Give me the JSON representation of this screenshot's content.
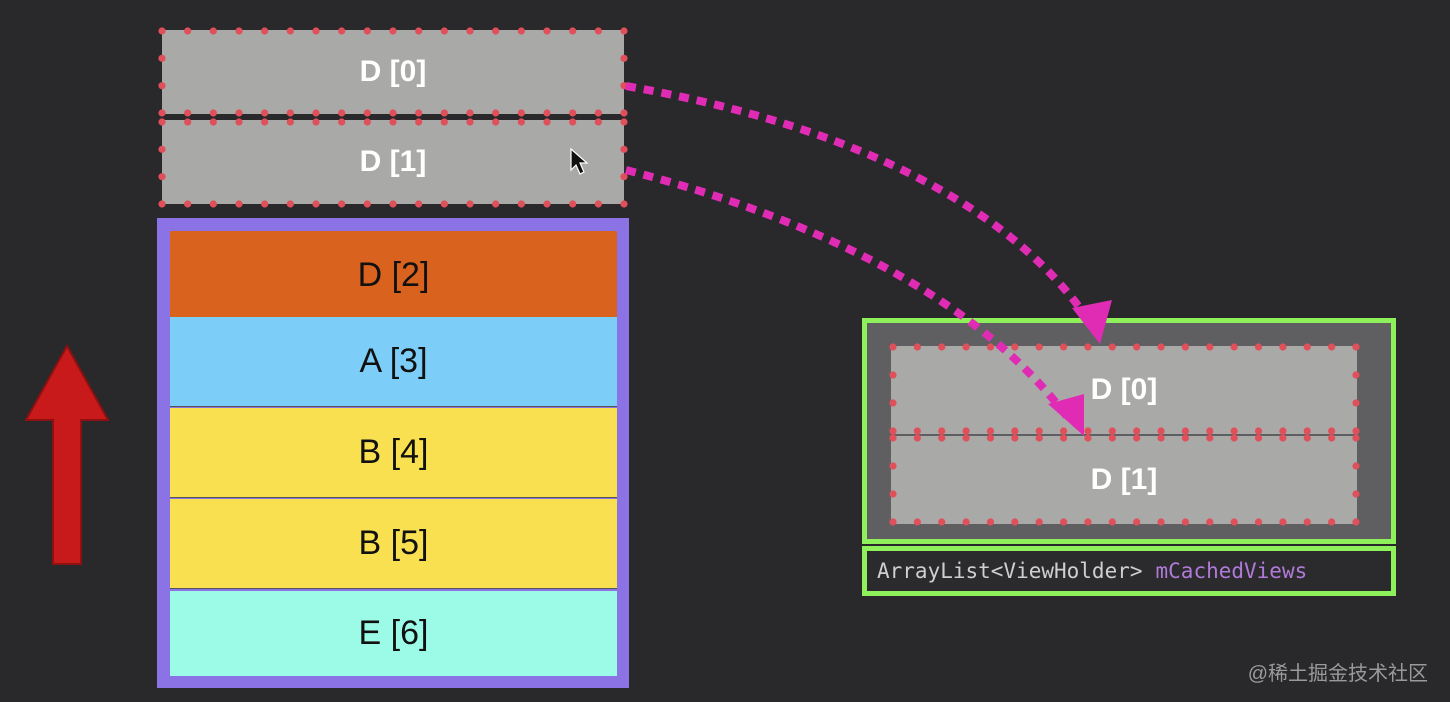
{
  "detached_views": [
    {
      "label": "D [0]"
    },
    {
      "label": "D [1]"
    }
  ],
  "recycler_list": [
    {
      "label": "D [2]",
      "color": "#d9621e"
    },
    {
      "label": "A [3]",
      "color": "#7ccef8"
    },
    {
      "label": "B [4]",
      "color": "#f8e050"
    },
    {
      "label": "B [5]",
      "color": "#f8e050"
    },
    {
      "label": "E [6]",
      "color": "#9bfbe6"
    }
  ],
  "cache": {
    "items": [
      {
        "label": "D [0]"
      },
      {
        "label": "D [1]"
      }
    ],
    "type_text": "ArrayList<ViewHolder>",
    "name_text": "mCachedViews",
    "type_color": "#cfcfcf",
    "name_color": "#b07ad8"
  },
  "colors": {
    "background": "#29282a",
    "list_border": "#8b73e5",
    "cache_border": "#8ef05a",
    "arrow": "#e02cb4",
    "scroll_arrow": "#c81a1a",
    "dot": "#e0505a"
  },
  "scroll_arrow_icon": "arrow-up-icon",
  "watermark": "@稀土掘金技术社区"
}
